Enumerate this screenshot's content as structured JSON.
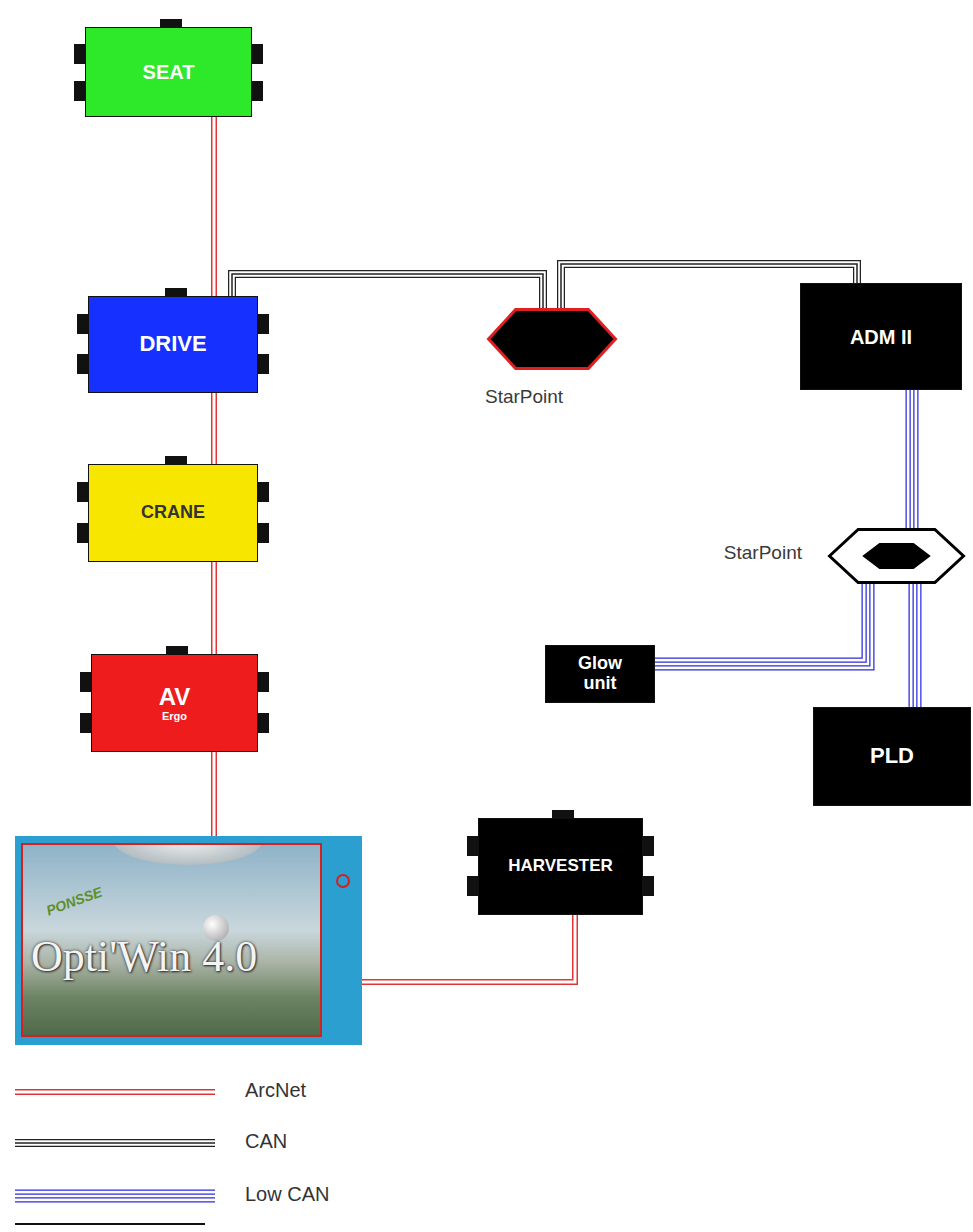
{
  "diagram": {
    "nodes": [
      {
        "text": [
          "SEAT"
        ]
      },
      {
        "text": [
          "DRIVE"
        ]
      },
      {
        "text": [
          "StarPoint"
        ]
      },
      {
        "text": [
          "ADM II"
        ]
      },
      {
        "text": [
          "CRANE"
        ]
      },
      {
        "text": [
          "StarPoint"
        ]
      },
      {
        "text": [
          "Glow unit"
        ]
      },
      {
        "text": [
          "AV",
          "Ergo"
        ]
      },
      {
        "text": [
          "PLD"
        ]
      },
      {
        "text": [
          "PONSSE",
          "Opti'Win 4.0"
        ]
      },
      {
        "text": [
          "HARVESTER"
        ]
      }
    ],
    "edges": [
      {
        "from": 0,
        "to": 1,
        "arrow": "none"
      },
      {
        "from": 1,
        "to": 4,
        "arrow": "none"
      },
      {
        "from": 4,
        "to": 7,
        "arrow": "none"
      },
      {
        "from": 7,
        "to": 9,
        "arrow": "none"
      },
      {
        "from": 9,
        "to": 10,
        "arrow": "none"
      },
      {
        "from": 1,
        "to": 2,
        "arrow": "none"
      },
      {
        "from": 2,
        "to": 3,
        "arrow": "none"
      },
      {
        "from": 3,
        "to": 5,
        "arrow": "none"
      },
      {
        "from": 5,
        "to": 6,
        "arrow": "none"
      },
      {
        "from": 5,
        "to": 8,
        "arrow": "none"
      }
    ],
    "legend": [
      {
        "text": "ArcNet"
      },
      {
        "text": "CAN"
      },
      {
        "text": "Low CAN"
      }
    ]
  }
}
